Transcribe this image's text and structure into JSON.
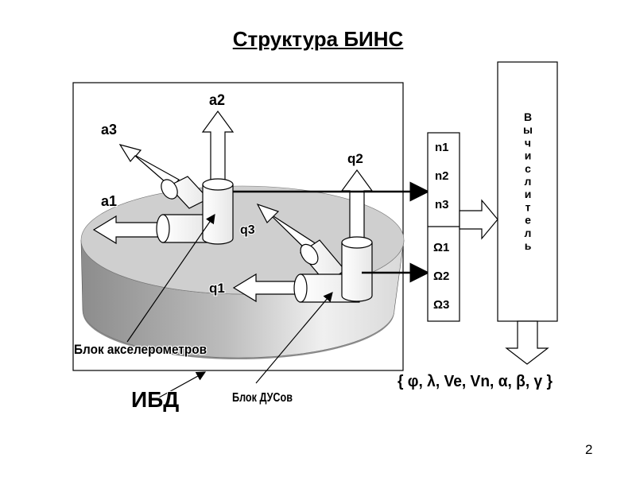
{
  "title": "Структура БИНС",
  "page_number": "2",
  "labels": {
    "a1": "a1",
    "a2": "a2",
    "a3": "a3",
    "q1": "q1",
    "q2": "q2",
    "q3": "q3",
    "accel_block": "Блок акселерометров",
    "gyro_block": "Блок ДУСов",
    "ibd": "ИБД"
  },
  "signals": {
    "n": [
      "n1",
      "n2",
      "n3"
    ],
    "omega": [
      "Ω1",
      "Ω2",
      "Ω3"
    ]
  },
  "computer_letters": [
    "В",
    "ы",
    "ч",
    "и",
    "с",
    "л",
    "и",
    "т",
    "е",
    "л",
    "ь"
  ],
  "output": "{ φ, λ, Ve, Vn, α, β, γ }",
  "colors": {
    "platform_top": "#cfcfcf",
    "platform_side_dark": "#8c8c8c",
    "platform_side_light": "#f2f2f2",
    "line": "#000000"
  }
}
